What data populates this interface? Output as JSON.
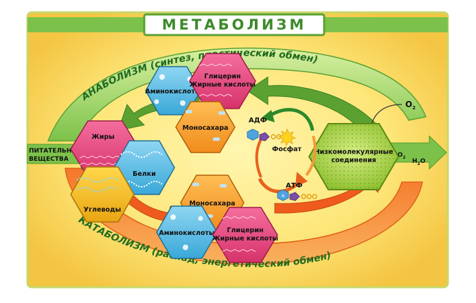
{
  "title": "МЕТАБОЛИЗМ",
  "anabolism": "АНАБОЛИЗМ (синтез, пластический обмен)",
  "catabolism": "КАТАБОЛИЗМ (распад, энергетический обмен)",
  "input": {
    "line1": "ПИТАТЕЛЬНЫЕ",
    "line2": "ВЕЩЕСТВА"
  },
  "top_hexes": {
    "amino": "Аминокислоты",
    "glycerol_line1": "Глицерин",
    "glycerol_line2": "Жирные кислоты",
    "mono": "Моносахара"
  },
  "left_hexes": {
    "fats": "Жиры",
    "proteins": "Белки",
    "carbs": "Углеводы"
  },
  "bottom_hexes": {
    "mono": "Моносахара",
    "amino": "Аминокислоты",
    "glycerol_line1": "Глицерин",
    "glycerol_line2": "Жирные кислоты"
  },
  "cycle": {
    "adp": "АДФ",
    "phosphate": "Фосфат",
    "atp": "АТФ",
    "atp_letter": "А"
  },
  "lowmol": {
    "line1": "Низкомолекулярные",
    "line2": "соединения"
  },
  "o2": {
    "base": "O",
    "sub": "2"
  },
  "co2": {
    "base": "CO",
    "sub": "2"
  },
  "h2o": {
    "base": "H",
    "sub": "2",
    "tail": "O"
  }
}
